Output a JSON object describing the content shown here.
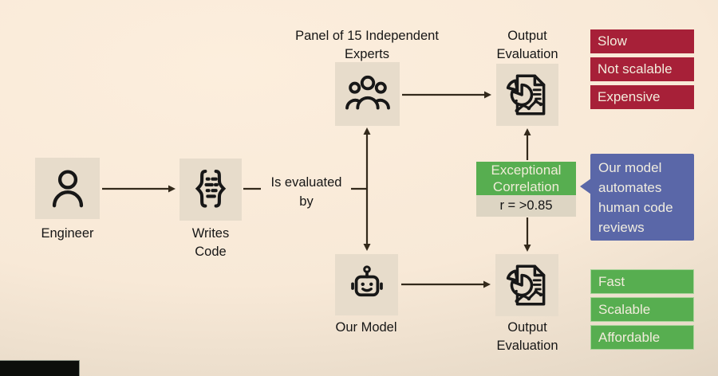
{
  "slide": {
    "nodes": {
      "engineer": {
        "label": "Engineer"
      },
      "writes_code": {
        "line1": "Writes",
        "line2": "Code"
      },
      "panel": {
        "line1": "Panel of 15 Independent",
        "line2": "Experts"
      },
      "our_model": {
        "label": "Our Model"
      },
      "output_eval_top": {
        "line1": "Output",
        "line2": "Evaluation"
      },
      "output_eval_bottom": {
        "line1": "Output",
        "line2": "Evaluation"
      }
    },
    "edge": {
      "line1": "Is evaluated",
      "line2": "by"
    },
    "correlation": {
      "line1": "Exceptional",
      "line2": "Correlation",
      "value": "r = >0.85"
    },
    "callout": {
      "line1": "Our model",
      "line2": "automates",
      "line3": "human code",
      "line4": "reviews"
    },
    "cons": [
      "Slow",
      "Not scalable",
      "Expensive"
    ],
    "pros": [
      "Fast",
      "Scalable",
      "Affordable"
    ],
    "colors": {
      "negative_red": "#a72038",
      "positive_green": "#57ae50",
      "callout_blue": "#5a67a8",
      "value_chip_bg": "#ddd5c3",
      "node_box_bg": "#e7dccb",
      "connector_ink": "#33291b"
    }
  }
}
